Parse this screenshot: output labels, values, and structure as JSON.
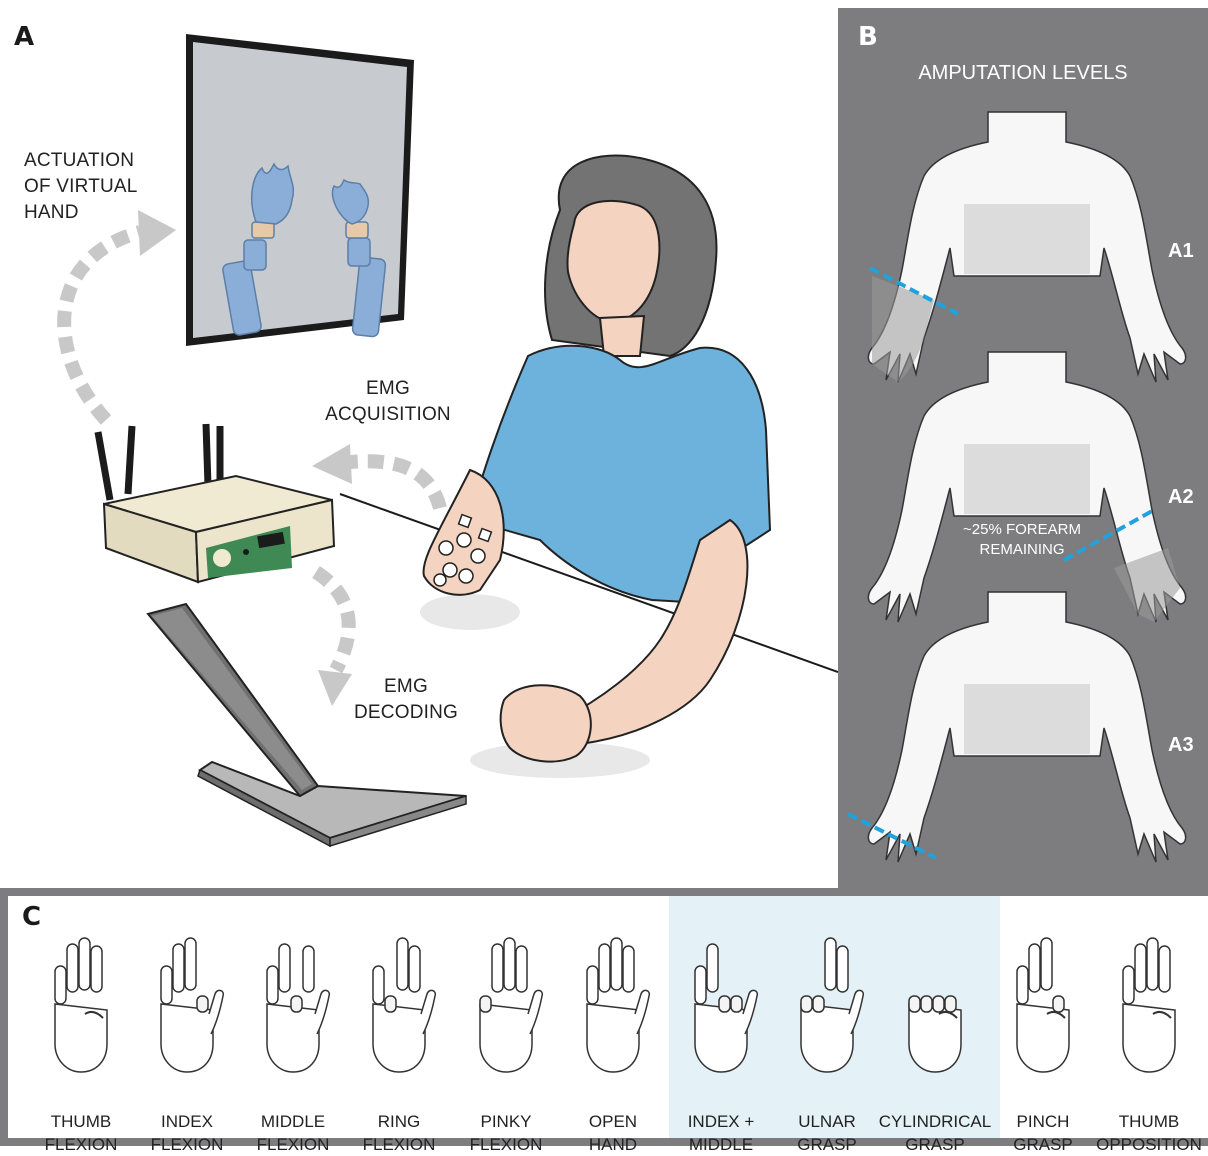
{
  "panel_a": {
    "letter": "A",
    "actuation_label": [
      "ACTUATION",
      "OF VIRTUAL",
      "HAND"
    ],
    "acquisition_label": [
      "EMG",
      "ACQUISITION"
    ],
    "decoding_label": [
      "EMG",
      "DECODING"
    ]
  },
  "panel_b": {
    "letter": "B",
    "title": "AMPUTATION LEVELS",
    "levels": [
      "A1",
      "A2",
      "A3"
    ],
    "note": [
      "~25% FOREARM",
      "REMAINING"
    ]
  },
  "panel_c": {
    "letter": "C",
    "gestures": [
      {
        "line1": "THUMB",
        "line2": "FLEXION"
      },
      {
        "line1": "INDEX",
        "line2": "FLEXION"
      },
      {
        "line1": "MIDDLE",
        "line2": "FLEXION"
      },
      {
        "line1": "RING",
        "line2": "FLEXION"
      },
      {
        "line1": "PINKY",
        "line2": "FLEXION"
      },
      {
        "line1": "OPEN",
        "line2": "HAND"
      },
      {
        "line1": "INDEX +",
        "line2": "MIDDLE"
      },
      {
        "line1": "ULNAR",
        "line2": "GRASP"
      },
      {
        "line1": "CYLINDRICAL",
        "line2": "GRASP"
      },
      {
        "line1": "PINCH",
        "line2": "GRASP"
      },
      {
        "line1": "THUMB",
        "line2": "OPPOSITION"
      }
    ]
  },
  "colors": {
    "panel_gray": "#7d7d7f",
    "arrow_gray": "#c8c8c8",
    "cut_line_blue": "#1fa3dc",
    "highlight_blue": "#e4f2f8",
    "shirt_blue": "#6cb2dc",
    "virtual_hand_blue": "#8aaed8"
  }
}
